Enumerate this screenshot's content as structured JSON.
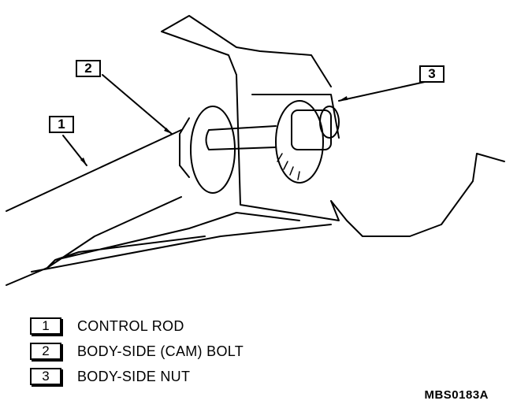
{
  "callouts": [
    "1",
    "2",
    "3"
  ],
  "legend": [
    {
      "num": "1",
      "text": "CONTROL ROD"
    },
    {
      "num": "2",
      "text": "BODY-SIDE (CAM) BOLT"
    },
    {
      "num": "3",
      "text": "BODY-SIDE NUT"
    }
  ],
  "figure_code": "MBS0183A"
}
